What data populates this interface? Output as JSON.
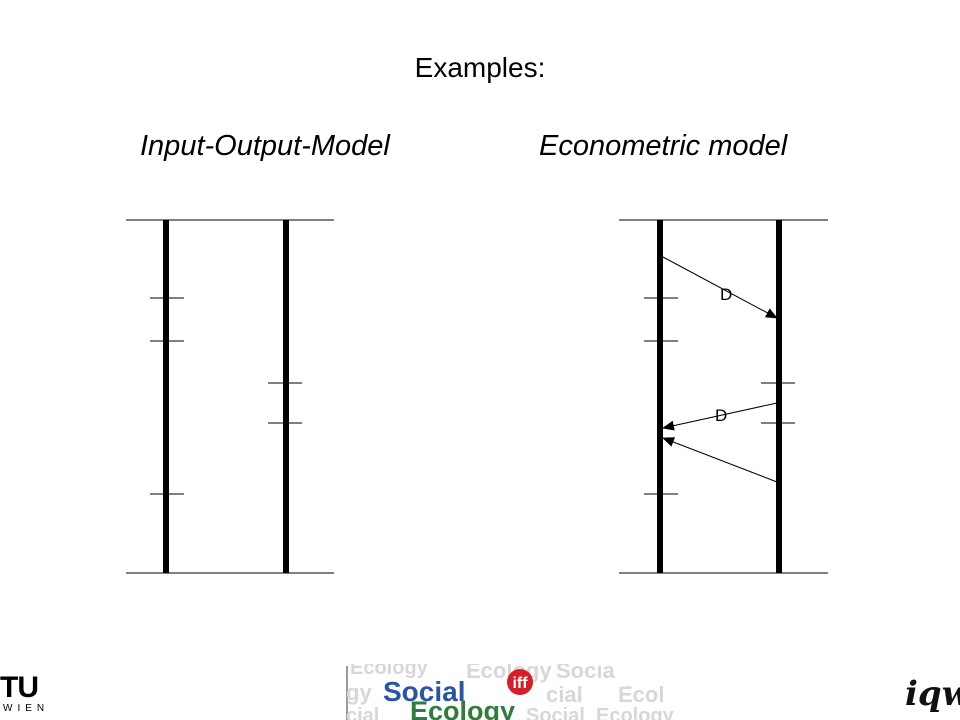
{
  "slide": {
    "title": "Examples:",
    "left_heading": "Input-Output-Model",
    "right_heading": "Econometric model"
  },
  "diagram": {
    "arrow_label_top": "D",
    "arrow_label_bottom": "D"
  },
  "footer": {
    "tu_mark": "TU",
    "tu_sub": "WIEN",
    "eco_words": [
      "Social",
      "Ecology"
    ],
    "eco_badge": "iff",
    "iwv_mark": "iqw"
  },
  "colors": {
    "line": "#000000",
    "eco_green": "#2e7d3a",
    "eco_blue": "#2b54a8",
    "eco_red": "#d41f26",
    "eco_ghost": "#d7d7d7"
  }
}
